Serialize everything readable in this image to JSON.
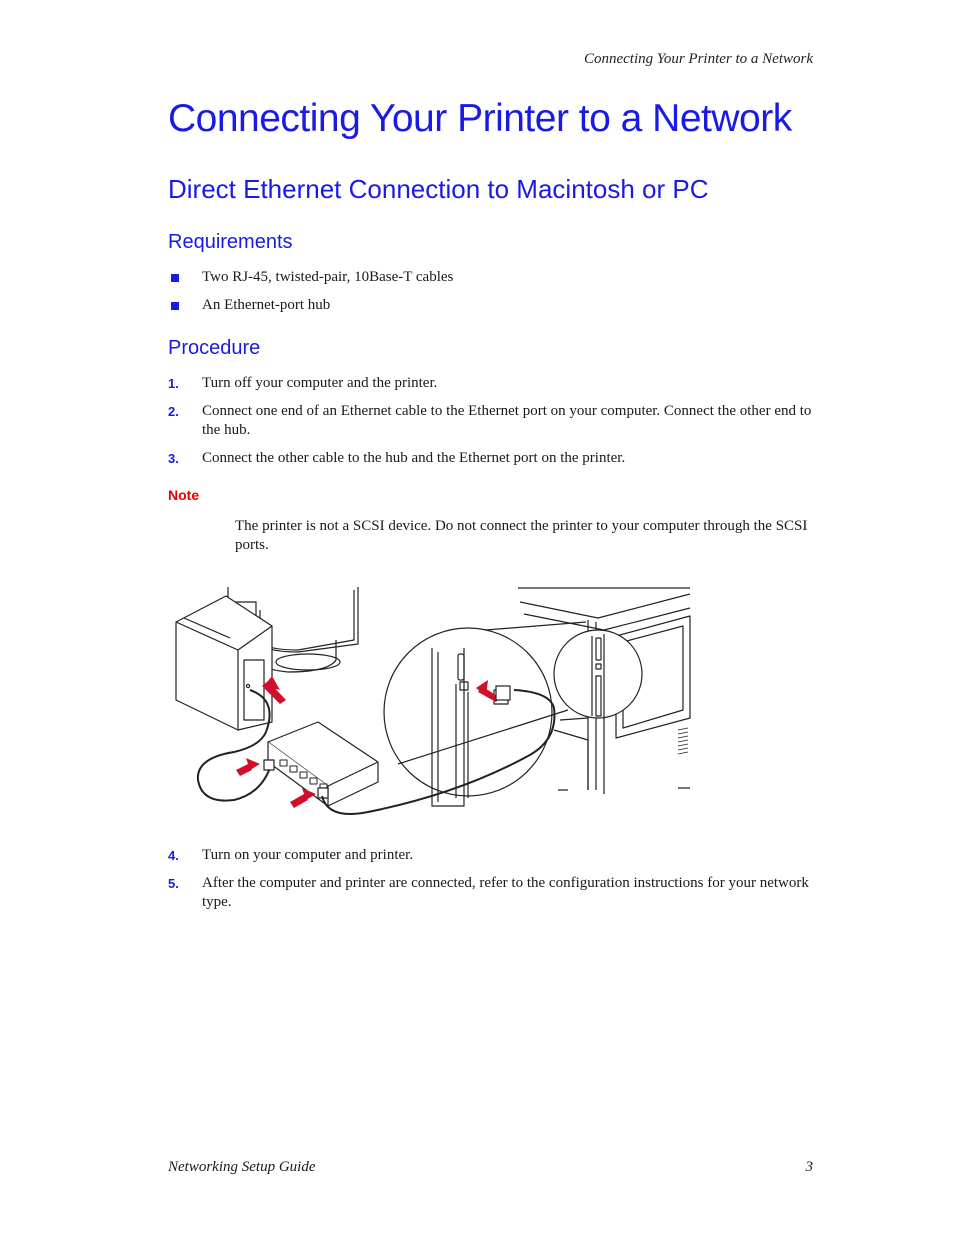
{
  "header": {
    "running_title": "Connecting Your Printer to a Network"
  },
  "title": "Connecting Your Printer to a Network",
  "section": {
    "title": "Direct Ethernet Connection to Macintosh or PC",
    "requirements": {
      "heading": "Requirements",
      "items": [
        "Two RJ-45, twisted-pair, 10Base-T cables",
        "An Ethernet-port hub"
      ]
    },
    "procedure": {
      "heading": "Procedure",
      "steps": [
        {
          "num": "1.",
          "text": "Turn off your computer and the printer."
        },
        {
          "num": "2.",
          "text": "Connect one end of an Ethernet cable to the Ethernet port on your computer. Connect the other end to the hub."
        },
        {
          "num": "3.",
          "text": "Connect the other cable to the hub and the Ethernet port on the printer."
        },
        {
          "num": "4.",
          "text": "Turn on your computer and printer."
        },
        {
          "num": "5.",
          "text": "After the computer and printer are connected, refer to the configuration instructions for your network type."
        }
      ]
    },
    "note": {
      "label": "Note",
      "text": "The printer is not a SCSI device. Do not connect the printer to your computer through the SCSI ports."
    }
  },
  "colors": {
    "heading": "#1a1ae6",
    "note": "#e60000",
    "arrow": "#d0102a"
  },
  "footer": {
    "guide_title": "Networking Setup Guide",
    "page_number": "3"
  }
}
